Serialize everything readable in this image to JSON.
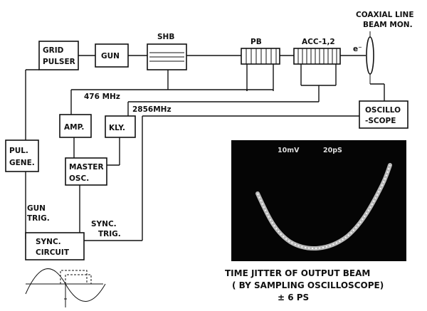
{
  "blocks": {
    "grid_pulser_1": "GRID",
    "grid_pulser_2": "PULSER",
    "gun": "GUN",
    "shb": "SHB",
    "pb": "PB",
    "acc": "ACC-1,2",
    "electron": "e⁻",
    "coax_1": "COAXIAL LINE",
    "coax_2": "BEAM MON.",
    "oscillo_1": "OSCILLO",
    "oscillo_2": "-SCOPE",
    "amp": "AMP.",
    "kly": "KLY.",
    "master_1": "MASTER",
    "master_2": "OSC.",
    "pul_1": "PUL.",
    "pul_2": "GENE.",
    "sync_1": "SYNC.",
    "sync_2": "CIRCUIT"
  },
  "labels": {
    "f476": "476 MHz",
    "f2856": "2856MHz",
    "gun_trig_1": "GUN",
    "gun_trig_2": "TRIG.",
    "sync_trig_1": "SYNC.",
    "sync_trig_2": "TRIG."
  },
  "scope": {
    "volts": "10mV",
    "time": "20pS"
  },
  "caption": {
    "line1": "TIME JITTER OF OUTPUT BEAM",
    "line2": "( BY SAMPLING OSCILLOSCOPE)",
    "line3": "± 6 PS"
  }
}
